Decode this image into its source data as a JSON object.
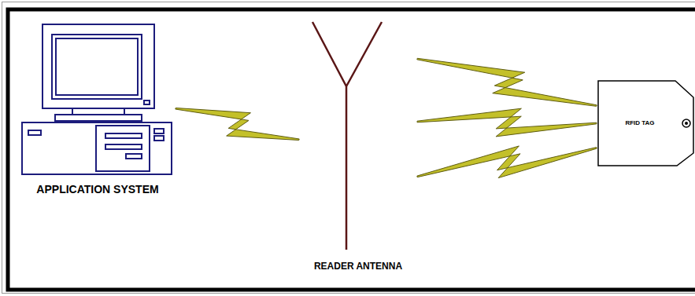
{
  "diagram": {
    "nodes": [
      {
        "text": [
          "APPLICATION SYSTEM"
        ]
      },
      {
        "text": [
          "READER ANTENNA"
        ]
      },
      {
        "text": [
          "RFID TAG"
        ]
      }
    ],
    "edges": [
      {
        "from": 0,
        "to": 1,
        "arrow": "none"
      },
      {
        "from": 1,
        "to": 2,
        "arrow": "none"
      },
      {
        "from": 1,
        "to": 2,
        "arrow": "none"
      },
      {
        "from": 1,
        "to": 2,
        "arrow": "none"
      }
    ]
  }
}
